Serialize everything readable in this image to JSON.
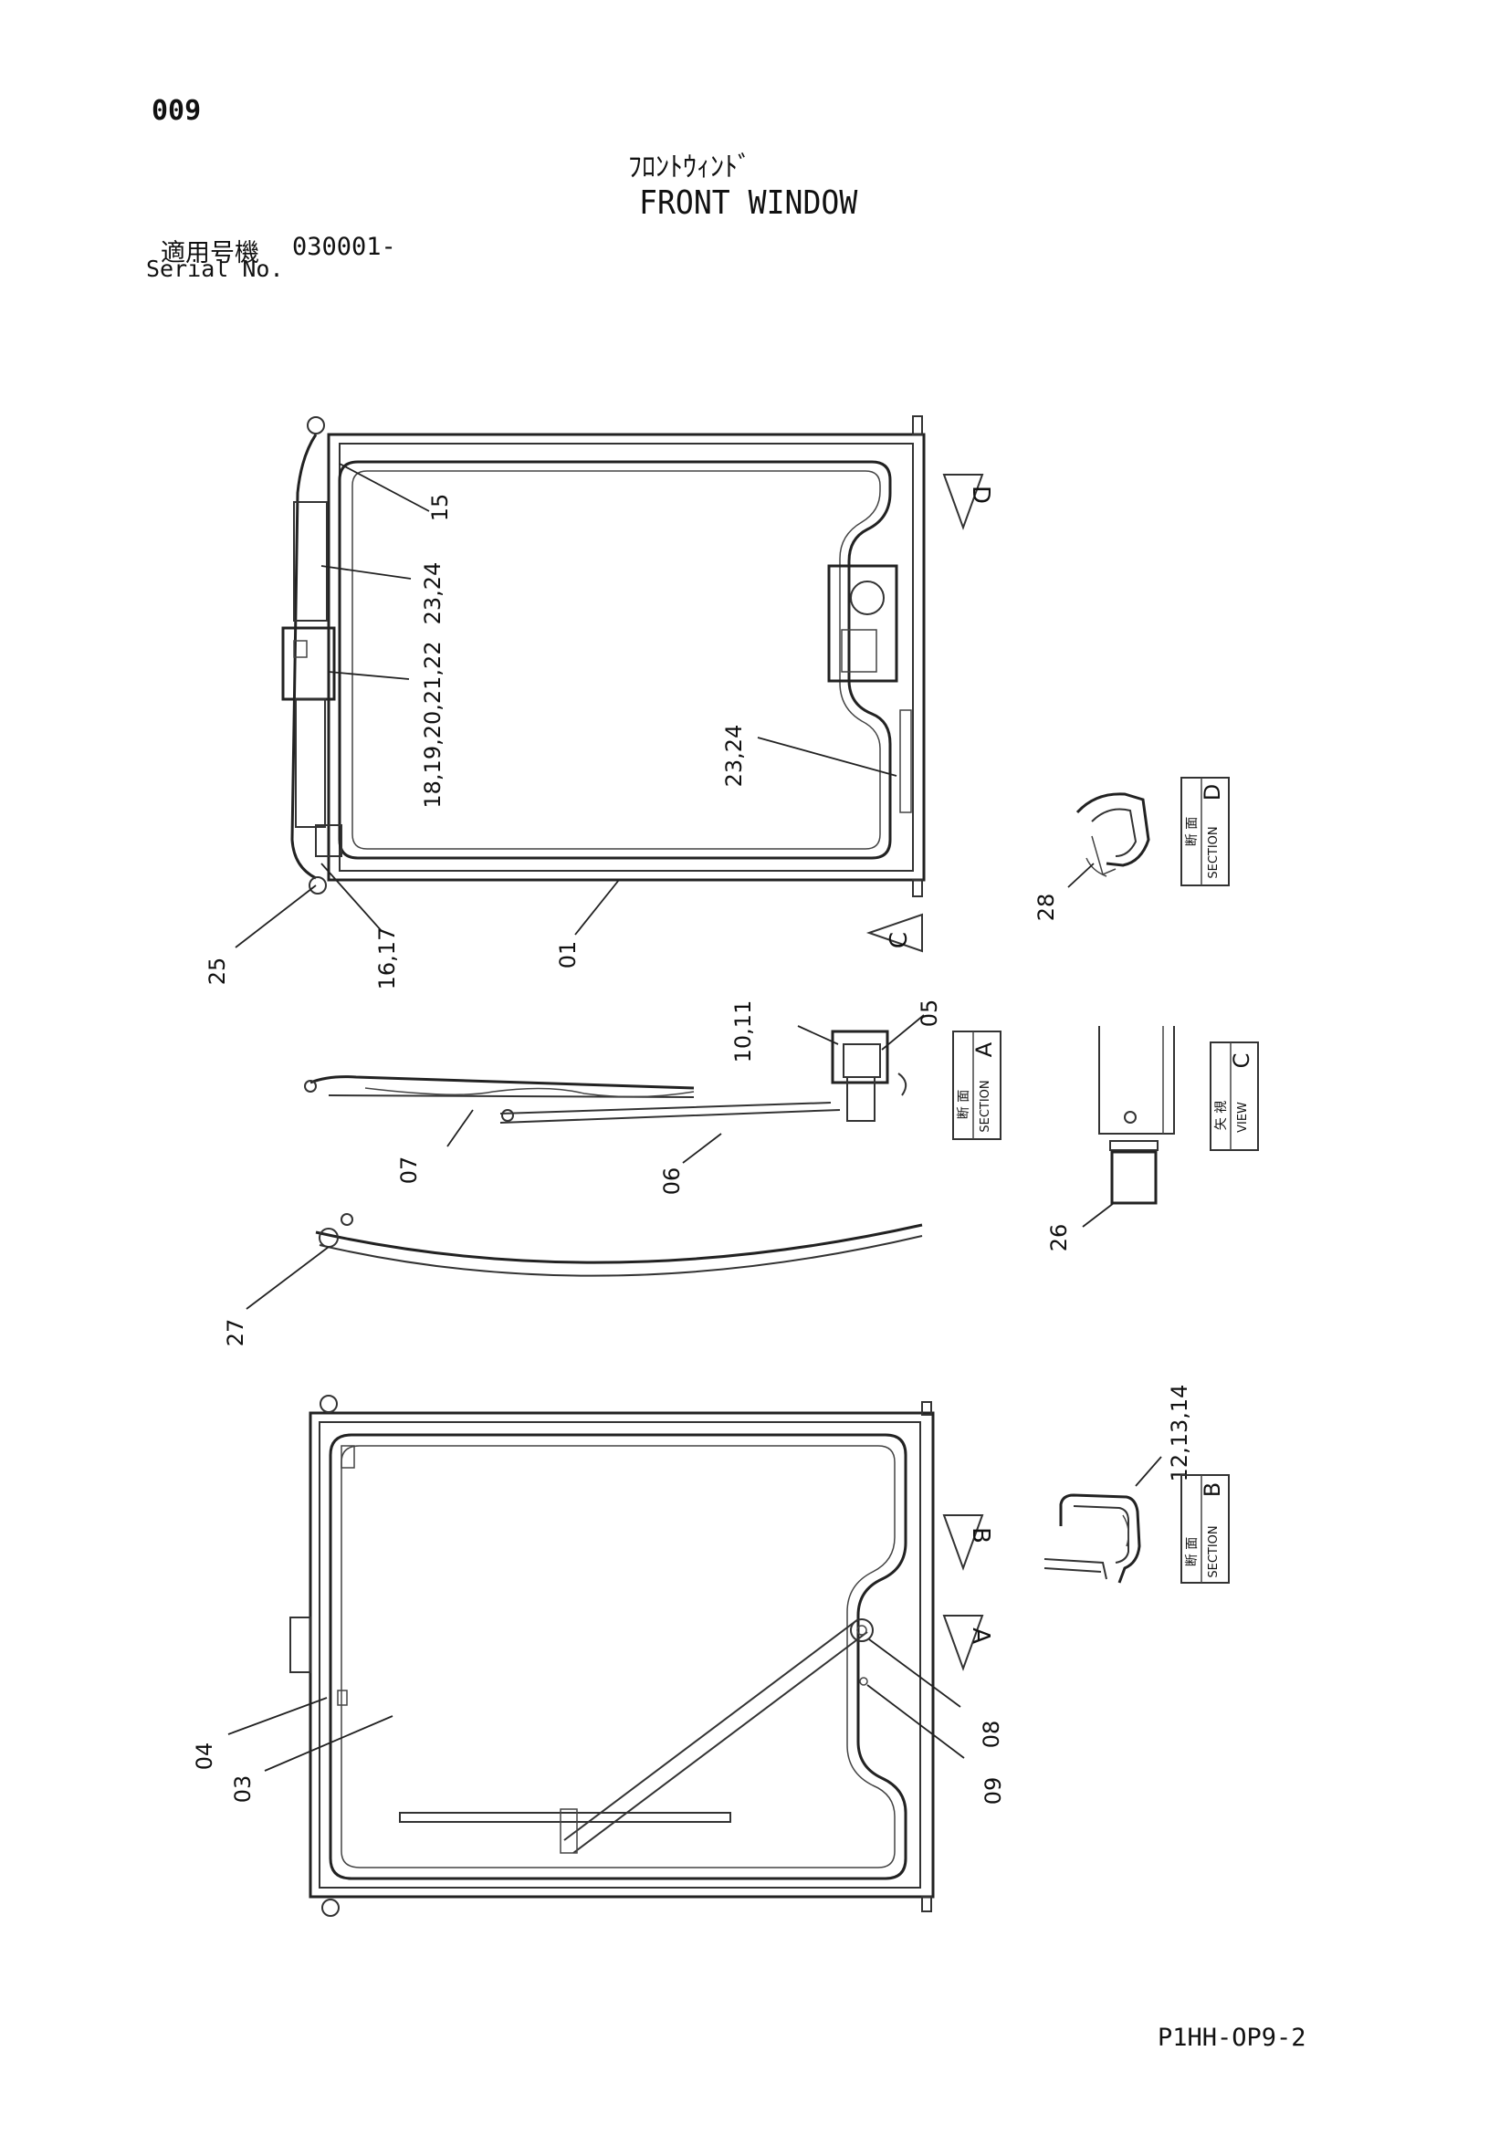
{
  "header": {
    "page_number": "009",
    "title_jp": "ﾌﾛﾝﾄｳｨﾝﾄﾞ",
    "title_en": "FRONT WINDOW",
    "serial_label_jp": "適用号機",
    "serial_label_en": "Serial No.",
    "serial_value": "030001-"
  },
  "footer": {
    "drawing_code": "P1HH-OP9-2"
  },
  "callouts": {
    "c01": "01",
    "c03": "03",
    "c04": "04",
    "c05": "05",
    "c06": "06",
    "c07": "07",
    "c08": "08",
    "c09": "09",
    "c10_11": "10,11",
    "c12_14": "12,13,14",
    "c15": "15",
    "c16_17": "16,17",
    "c18_22": "18,19,20,21,22",
    "c23_24_top": "23,24",
    "c23_24_right": "23,24",
    "c25": "25",
    "c26": "26",
    "c27": "27",
    "c28": "28"
  },
  "section_labels": {
    "section_word_jp": "断 面",
    "section_word_en": "SECTION",
    "view_word_jp": "矢 視",
    "view_word_en": "VIEW",
    "A": "A",
    "B": "B",
    "C": "C",
    "D": "D"
  },
  "view_markers": {
    "D": "D",
    "C": "C",
    "B": "B",
    "A": "A"
  }
}
